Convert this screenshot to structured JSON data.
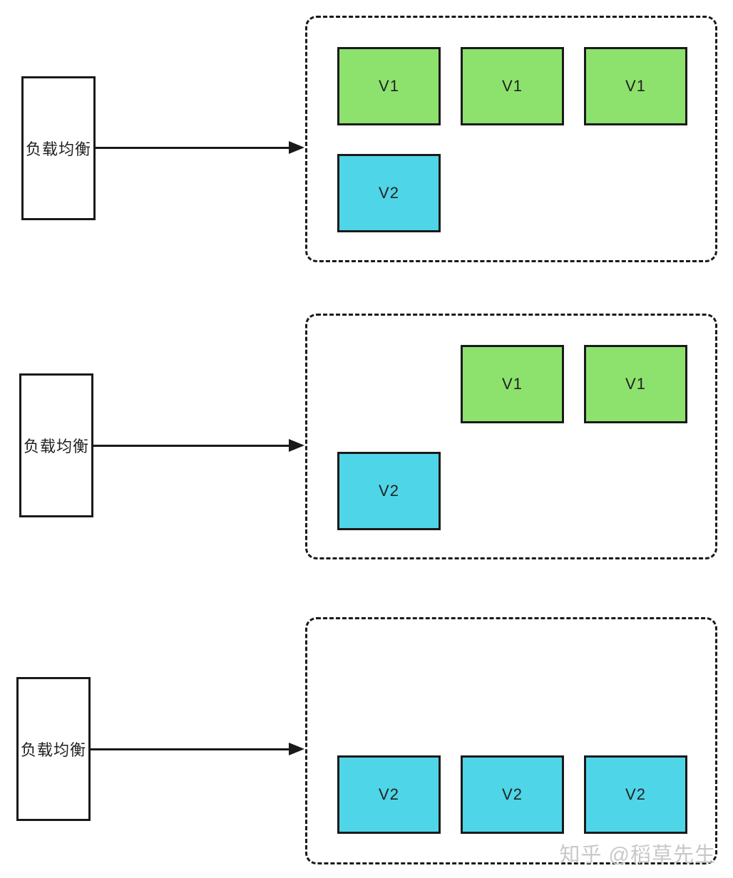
{
  "diagram": {
    "stages": [
      {
        "load_balancer_label": "负载均衡",
        "boxes": [
          {
            "text": "V1",
            "variant": "v1"
          },
          {
            "text": "V1",
            "variant": "v1"
          },
          {
            "text": "V1",
            "variant": "v1"
          },
          {
            "text": "V2",
            "variant": "v2"
          }
        ]
      },
      {
        "load_balancer_label": "负载均衡",
        "boxes": [
          {
            "text": "V1",
            "variant": "v1"
          },
          {
            "text": "V1",
            "variant": "v1"
          },
          {
            "text": "V2",
            "variant": "v2"
          }
        ]
      },
      {
        "load_balancer_label": "负载均衡",
        "boxes": [
          {
            "text": "V2",
            "variant": "v2"
          },
          {
            "text": "V2",
            "variant": "v2"
          },
          {
            "text": "V2",
            "variant": "v2"
          }
        ]
      }
    ],
    "colors": {
      "v1_green": "#8de26d",
      "v2_cyan": "#4fd5e8",
      "line_black": "#1a1a1a",
      "watermark_gray": "#c8c8c8"
    },
    "watermark": "知乎 @稻草先生"
  }
}
